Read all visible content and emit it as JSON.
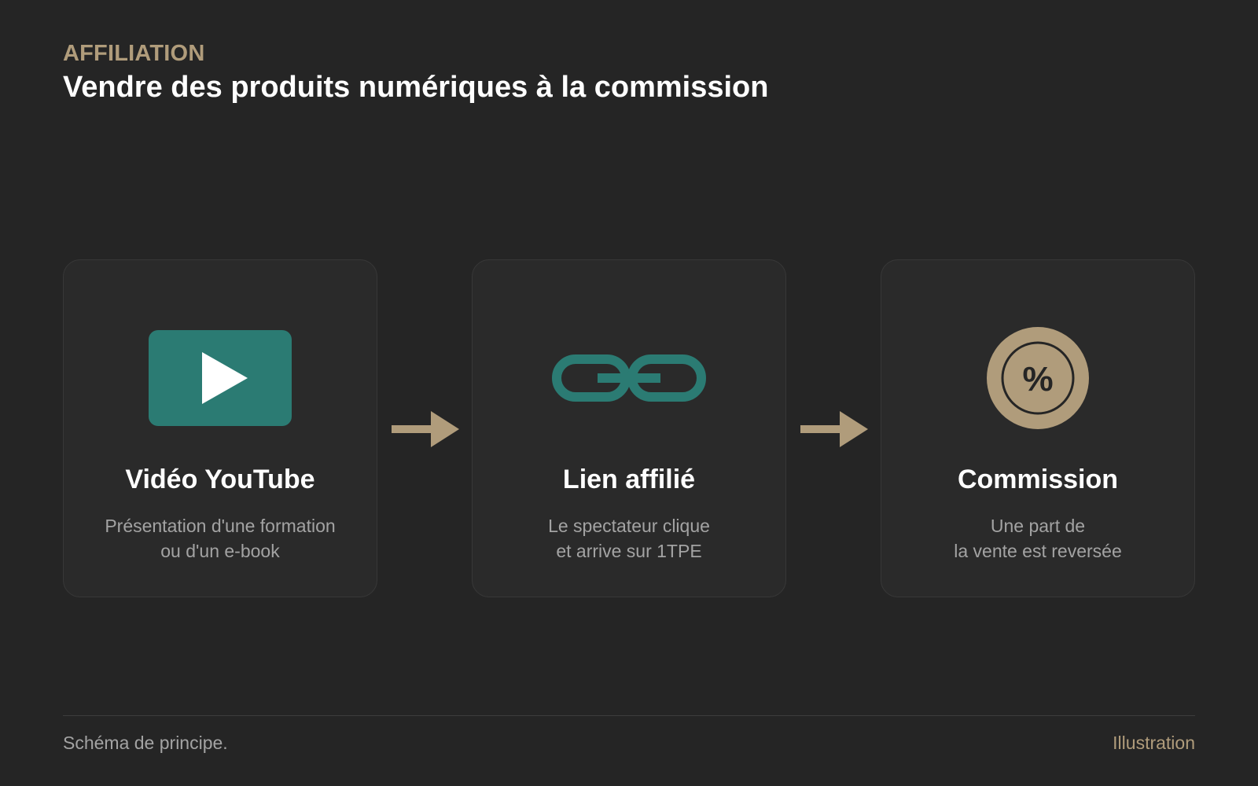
{
  "header": {
    "eyebrow": "AFFILIATION",
    "title": "Vendre des produits numériques à la commission"
  },
  "steps": [
    {
      "icon": "video-play-icon",
      "title": "Vidéo YouTube",
      "description": [
        "Présentation d'une formation",
        "ou d'un e-book"
      ]
    },
    {
      "icon": "chain-link-icon",
      "title": "Lien affilié",
      "description": [
        "Le spectateur clique",
        "et arrive sur 1TPE"
      ]
    },
    {
      "icon": "percent-coin-icon",
      "icon_text": "%",
      "title": "Commission",
      "description": [
        "Une part de",
        "la vente est reversée"
      ]
    }
  ],
  "footer": {
    "note": "Schéma de principe.",
    "tag": "Illustration"
  },
  "colors": {
    "background": "#252525",
    "card": "#2a2a2a",
    "accent_gold": "#b09c7b",
    "accent_teal": "#2b7b73",
    "text_primary": "#ffffff",
    "text_secondary": "#a3a3a3"
  }
}
